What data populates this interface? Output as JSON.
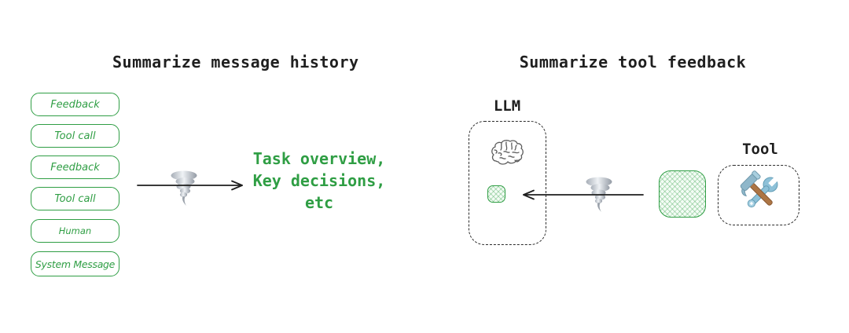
{
  "left_panel": {
    "title": "Summarize message history",
    "messages": [
      "Feedback",
      "Tool call",
      "Feedback",
      "Tool call",
      "Human",
      "System Message"
    ],
    "result_lines": [
      "Task overview,",
      "Key decisions,",
      "etc"
    ]
  },
  "right_panel": {
    "title": "Summarize tool feedback",
    "llm_label": "LLM",
    "tool_label": "Tool"
  },
  "icons": {
    "left_transform": "tornado-icon",
    "right_transform": "tornado-icon",
    "llm": "brain-icon",
    "tool": "hammer-wrench-icon"
  },
  "colors": {
    "green_stroke": "#2f9e44",
    "green_hatch_bg": "#f4fcf5",
    "ink": "#1e1e1e",
    "background": "#ffffff",
    "tornado_gray": "#aab1b9",
    "wrench_blue": "#8ec1d8",
    "hammer_handle_brown": "#ad7544"
  }
}
